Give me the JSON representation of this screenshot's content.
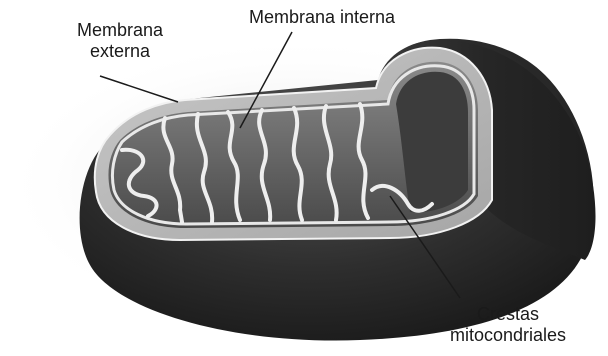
{
  "labels": {
    "outer_membrane": [
      "Membrana",
      "externa"
    ],
    "inner_membrane": "Membrana interna",
    "cristae": [
      "Crestas",
      "mitocondriales"
    ]
  },
  "colors": {
    "background": "#ffffff",
    "body_dark": "#2b2b2b",
    "membrane_light": "#d9d9d9",
    "interior": "#6a6a6a",
    "leader_line": "#1a1a1a"
  }
}
